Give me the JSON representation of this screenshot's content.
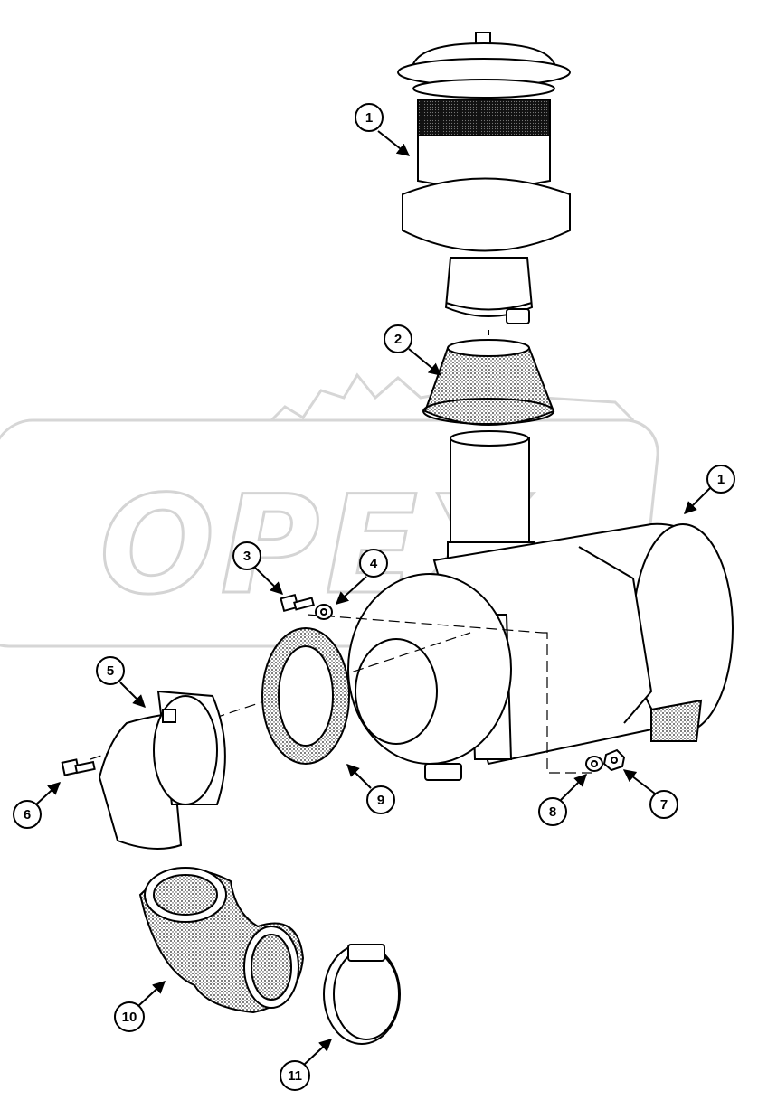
{
  "watermark": {
    "text": "OPEX",
    "color": "#d0d0d0"
  },
  "callouts": [
    {
      "id": "c1a",
      "label": "1"
    },
    {
      "id": "c2",
      "label": "2"
    },
    {
      "id": "c1b",
      "label": "1"
    },
    {
      "id": "c3",
      "label": "3"
    },
    {
      "id": "c4",
      "label": "4"
    },
    {
      "id": "c5",
      "label": "5"
    },
    {
      "id": "c6",
      "label": "6"
    },
    {
      "id": "c7",
      "label": "7"
    },
    {
      "id": "c8",
      "label": "8"
    },
    {
      "id": "c9",
      "label": "9"
    },
    {
      "id": "c10",
      "label": "10"
    },
    {
      "id": "c11",
      "label": "11"
    }
  ],
  "colors": {
    "line": "#000000",
    "stipple": "#6e6e6e",
    "paper": "#ffffff"
  }
}
